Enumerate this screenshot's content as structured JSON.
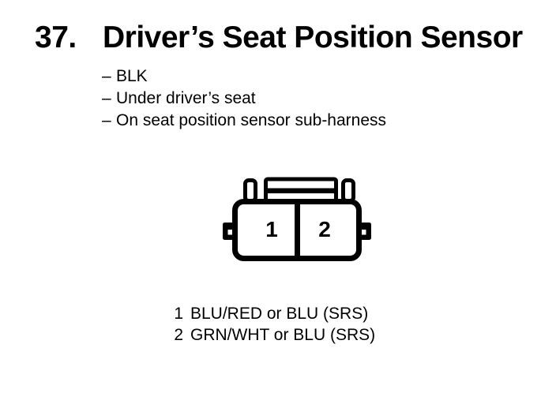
{
  "colors": {
    "ink": "#000000",
    "paper": "#ffffff"
  },
  "heading": {
    "number": "37.",
    "title": "Driver’s Seat Position Sensor"
  },
  "details": {
    "items": [
      {
        "dash": "–",
        "text": "BLK"
      },
      {
        "dash": "–",
        "text": "Under driver’s seat"
      },
      {
        "dash": "–",
        "text": "On seat position sensor sub-harness"
      }
    ]
  },
  "connector": {
    "cavities": [
      {
        "pin": "1"
      },
      {
        "pin": "2"
      }
    ]
  },
  "pinout": {
    "rows": [
      {
        "pin": "1",
        "wire": "BLU/RED or BLU (SRS)"
      },
      {
        "pin": "2",
        "wire": "GRN/WHT or BLU (SRS)"
      }
    ]
  }
}
